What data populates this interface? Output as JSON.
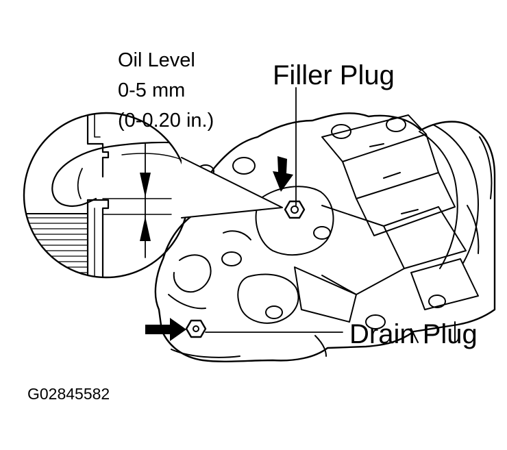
{
  "labels": {
    "oil_level_title": "Oil Level",
    "oil_level_mm": "0-5 mm",
    "oil_level_in": "(0-0.20 in.)",
    "filler_plug": "Filler Plug",
    "drain_plug": "Drain Plug",
    "figure_code": "G02845582"
  },
  "colors": {
    "ink": "#000000",
    "paper": "#ffffff"
  }
}
